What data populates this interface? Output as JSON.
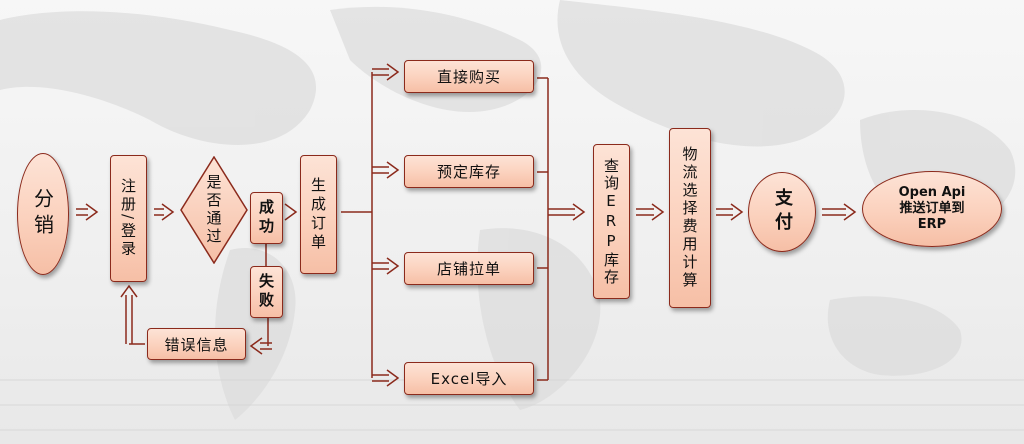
{
  "nodes": {
    "distribution": "分销",
    "register_login": "注册/登录",
    "passed_question": "是否通过",
    "success": "成功",
    "failure": "失败",
    "error_info": "错误信息",
    "generate_order": "生成订单",
    "direct_purchase": "直接购买",
    "reserve_stock": "预定库存",
    "store_pull_order": "店铺拉单",
    "excel_import": "Excel导入",
    "query_erp_stock": "查询ERP库存",
    "logistics_cost": "物流选择费用计算",
    "payment": "支付",
    "push_to_erp_line1": "Open Api",
    "push_to_erp_line2": "推送订单到",
    "push_to_erp_line3": "ERP"
  },
  "colors": {
    "node_fill": "#fbd1bd",
    "node_border": "#8b2a1c",
    "connector": "#8b2a1c"
  }
}
